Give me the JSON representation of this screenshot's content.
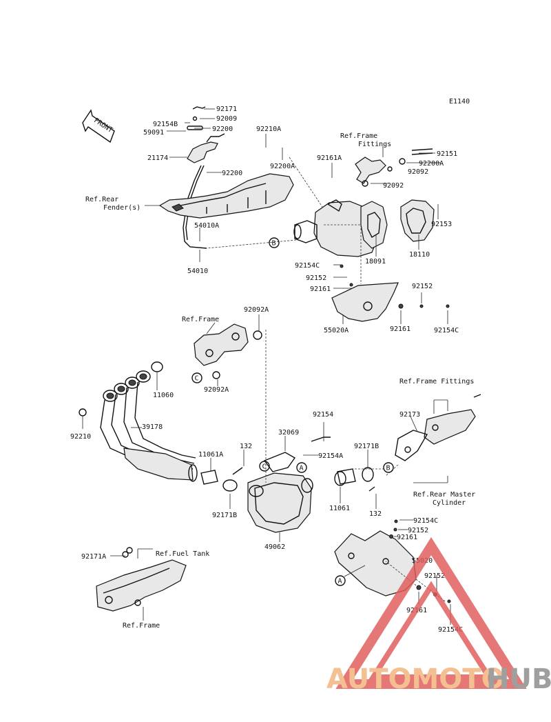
{
  "diagram_code": "E1140",
  "front_label": "FRONT",
  "refs": {
    "rear_fender": [
      "Ref.Rear",
      "Fender(s)"
    ],
    "frame_fittings_top": [
      "Ref.Frame",
      "Fittings"
    ],
    "frame_mid": "Ref.Frame",
    "frame_fittings_right": "Ref.Frame Fittings",
    "rear_master": [
      "Ref.Rear Master",
      "Cylinder"
    ],
    "fuel_tank": "Ref.Fuel Tank",
    "frame_bottom": "Ref.Frame"
  },
  "callouts": {
    "A": "A",
    "B": "B",
    "C": "C"
  },
  "parts": {
    "p92171": "92171",
    "p92009": "92009",
    "p92154B": "92154B",
    "p59091": "59091",
    "p92200_top": "92200",
    "p21174": "21174",
    "p92200_mid": "92200",
    "p92210A": "92210A",
    "p92200A_left": "92200A",
    "p92161A": "92161A",
    "p92151": "92151",
    "p92200A_right": "92200A",
    "p92092_r1": "92092",
    "p92092_r2": "92092",
    "p92153": "92153",
    "p54010A": "54010A",
    "p54010": "54010",
    "p18091": "18091",
    "p18110": "18110",
    "p92154C_a": "92154C",
    "p92152_a": "92152",
    "p92161_a": "92161",
    "p92152_b": "92152",
    "p55020A": "55020A",
    "p92161_b": "92161",
    "p92154C_b": "92154C",
    "p92092A_top": "92092A",
    "p92092A_bot": "92092A",
    "p11060": "11060",
    "p92210": "92210",
    "p39178": "39178",
    "p92154": "92154",
    "p32069": "32069",
    "p92154A": "92154A",
    "p92173": "92173",
    "p11061A": "11061A",
    "p132_a": "132",
    "p92171B_a": "92171B",
    "p92171B_b": "92171B",
    "p11061": "11061",
    "p132_b": "132",
    "p49062": "49062",
    "p92154C_c": "92154C",
    "p92152_c": "92152",
    "p92161_c": "92161",
    "p55020": "55020",
    "p92152_d": "92152",
    "p92161_d": "92161",
    "p92154C_d": "92154C",
    "p92171A": "92171A"
  },
  "watermark": {
    "part1": "AUTOMOTO",
    "part2": "HUB",
    "color1": "#f2b27a",
    "color2": "#8a8a8a",
    "triangle": "#e05a5a"
  }
}
